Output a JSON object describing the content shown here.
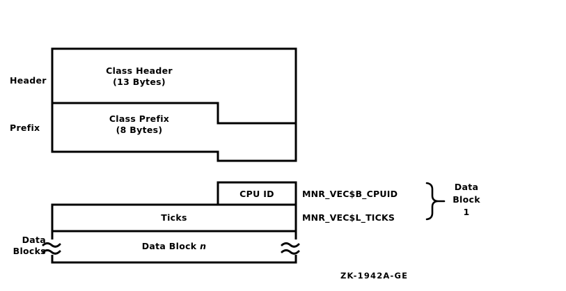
{
  "figure": {
    "id_caption": "ZK-1942A-GE"
  },
  "colors": {
    "stroke": "#000000",
    "background": "#ffffff",
    "text": "#000000"
  },
  "upper_structure": {
    "side_labels": [
      {
        "name": "header",
        "text": "Header"
      },
      {
        "name": "prefix",
        "text": "Prefix"
      }
    ],
    "bands": [
      {
        "name": "class-header",
        "title": "Class Header",
        "subtitle": "(13 Bytes)"
      },
      {
        "name": "class-prefix",
        "title": "Class Prefix",
        "subtitle": "(8 Bytes)"
      }
    ]
  },
  "lower_structure": {
    "side_label": {
      "line1": "Data",
      "line2": "Blocks"
    },
    "rows": [
      {
        "name": "cpu-id",
        "label": "CPU ID",
        "field": "MNR_VEC$B_CPUID"
      },
      {
        "name": "ticks",
        "label": "Ticks",
        "field": "MNR_VEC$L_TICKS"
      }
    ],
    "data_block_row": {
      "name": "data-block-n",
      "label_prefix": "Data Block ",
      "label_italic": "n"
    },
    "group_brace_label": {
      "line1": "Data",
      "line2": "Block",
      "line3": "1"
    }
  }
}
